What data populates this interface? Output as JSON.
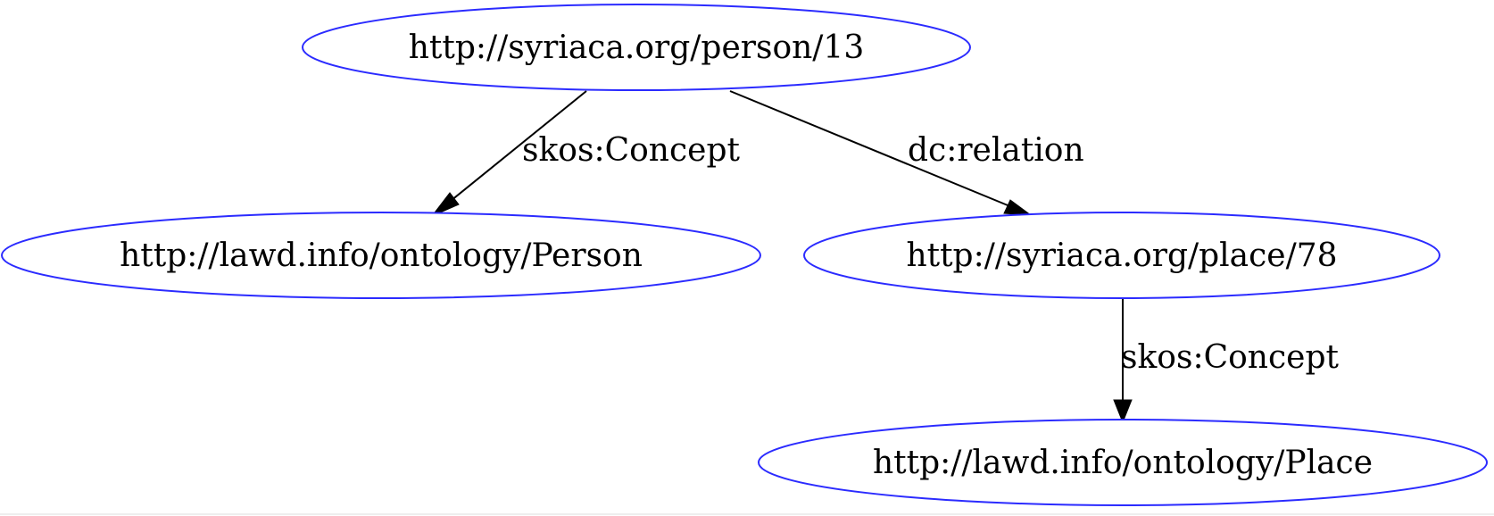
{
  "graph": {
    "nodes": [
      {
        "id": "person13",
        "label": "http://syriaca.org/person/13"
      },
      {
        "id": "lawdPerson",
        "label": "http://lawd.info/ontology/Person"
      },
      {
        "id": "place78",
        "label": "http://syriaca.org/place/78"
      },
      {
        "id": "lawdPlace",
        "label": "http://lawd.info/ontology/Place"
      }
    ],
    "edges": [
      {
        "from": "person13",
        "to": "lawdPerson",
        "label": "skos:Concept"
      },
      {
        "from": "person13",
        "to": "place78",
        "label": "dc:relation"
      },
      {
        "from": "place78",
        "to": "lawdPlace",
        "label": "skos:Concept"
      }
    ],
    "node_outline_color": "#2b2bff",
    "edge_color": "#000000"
  }
}
